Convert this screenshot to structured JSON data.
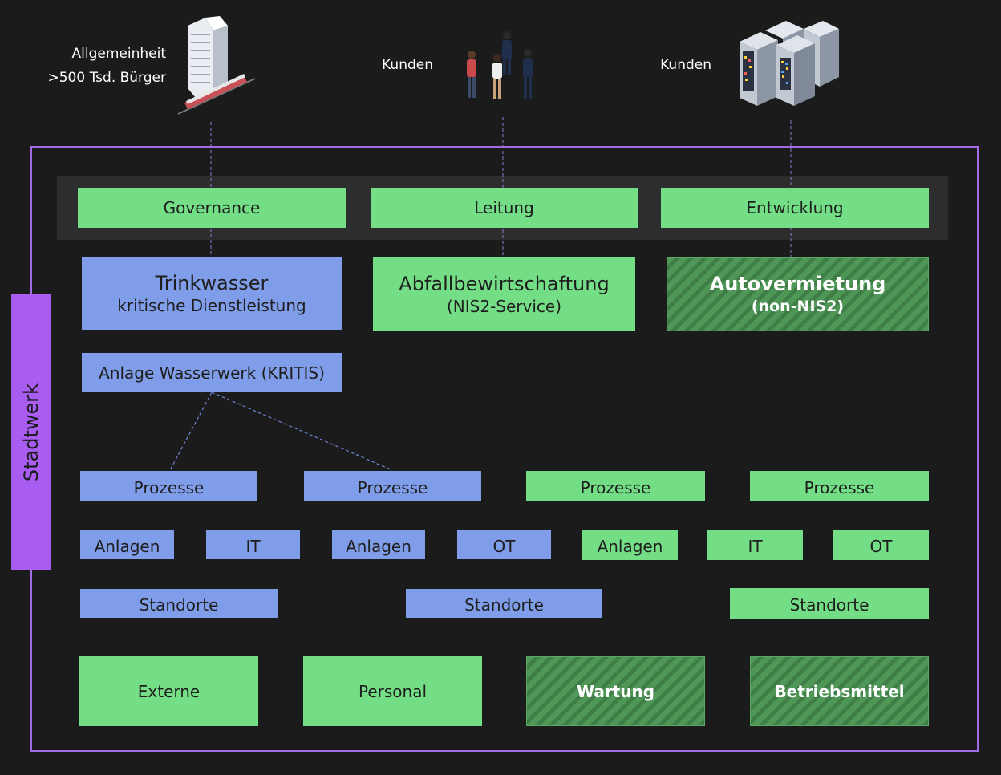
{
  "stakeholders": {
    "public": {
      "line1": "Allgemeinheit",
      "line2": ">500 Tsd. Bürger",
      "icon": "city-building-icon"
    },
    "customers_people": {
      "label": "Kunden",
      "icon": "people-icon"
    },
    "customers_servers": {
      "label": "Kunden",
      "icon": "server-rack-icon"
    }
  },
  "organization": {
    "label": "Stadtwerk"
  },
  "management": {
    "governance": "Governance",
    "leitung": "Leitung",
    "entwicklung": "Entwicklung"
  },
  "services": {
    "trinkwasser": {
      "title": "Trinkwasser",
      "subtitle": "kritische Dienstleistung"
    },
    "abfall": {
      "title": "Abfallbewirtschaftung",
      "subtitle": "(NIS2-Service)"
    },
    "autovermietung": {
      "title": "Autovermietung",
      "subtitle": "(non-NIS2)"
    }
  },
  "facility": {
    "label": "Anlage Wasserwerk (KRITIS)"
  },
  "processes": [
    "Prozesse",
    "Prozesse",
    "Prozesse",
    "Prozesse"
  ],
  "assets": [
    "Anlagen",
    "IT",
    "Anlagen",
    "OT",
    "Anlagen",
    "IT",
    "OT"
  ],
  "sites": [
    "Standorte",
    "Standorte",
    "Standorte"
  ],
  "resources": [
    "Externe",
    "Personal",
    "Wartung",
    "Betriebsmittel"
  ],
  "colors": {
    "kritis_blue": "#7f9de8",
    "nis2_green": "#74de86",
    "non_nis2_hatch": "#4e9757",
    "stadtwerk_purple": "#a95cf0",
    "background": "#1b1b1b"
  }
}
